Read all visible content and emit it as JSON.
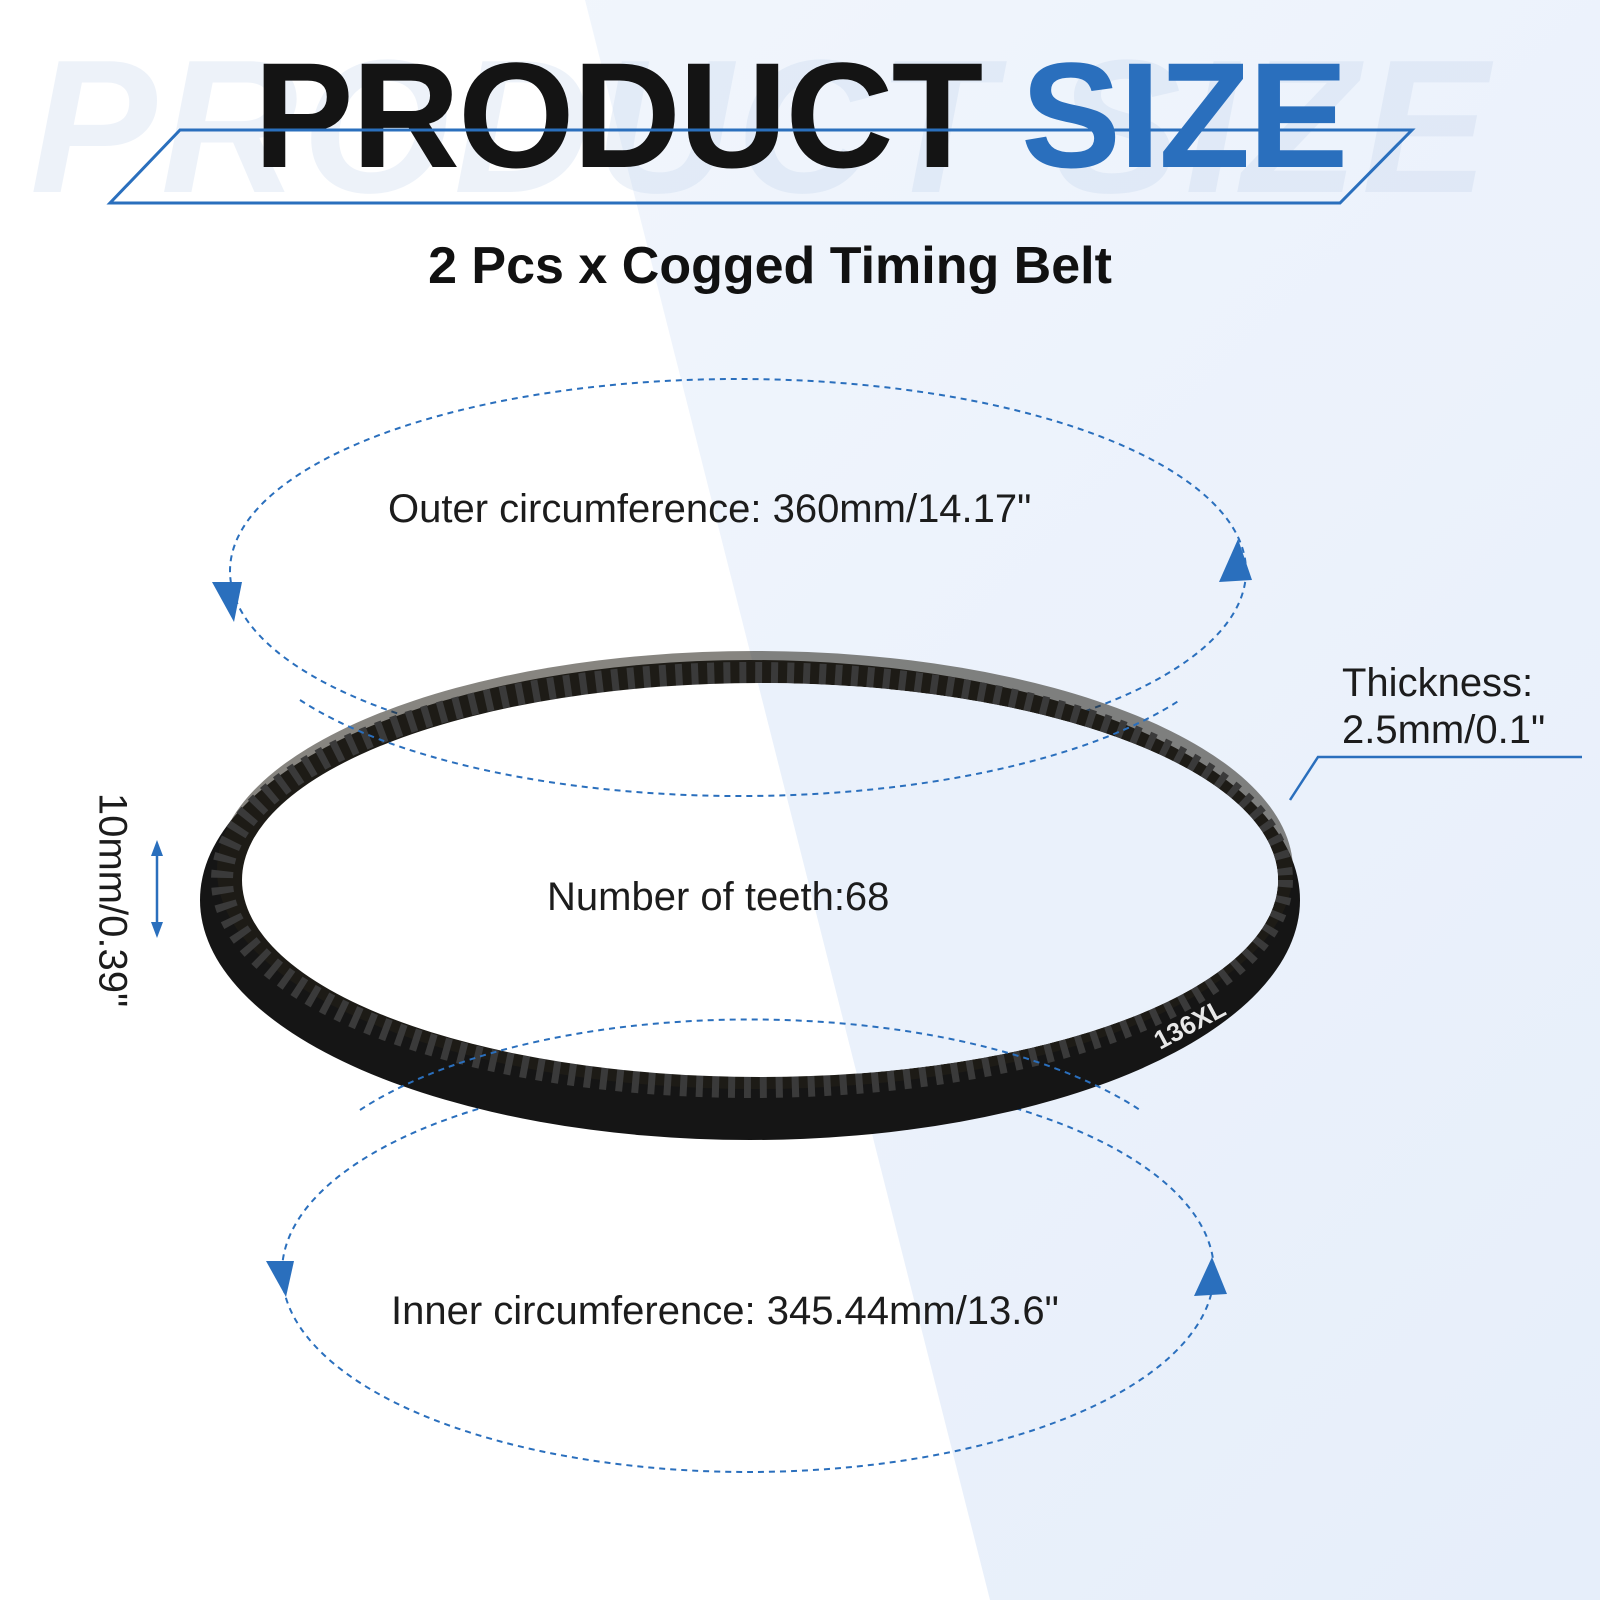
{
  "header": {
    "watermark": "PRODUCT SIZE",
    "title_word_1": "PRODUCT",
    "title_word_2": "SIZE",
    "subtitle": "2 Pcs x Cogged Timing Belt"
  },
  "belt": {
    "marking": "136XL"
  },
  "dimensions": {
    "outer_circumference": "Outer circumference: 360mm/14.17\"",
    "inner_circumference": "Inner circumference: 345.44mm/13.6\"",
    "teeth": "Number of teeth:68",
    "thickness_label": "Thickness:",
    "thickness_value": "2.5mm/0.1\"",
    "width": "10mm/0.39\""
  },
  "colors": {
    "accent": "#2a6fbd",
    "belt": "#151515",
    "text": "#1c1c1c"
  }
}
